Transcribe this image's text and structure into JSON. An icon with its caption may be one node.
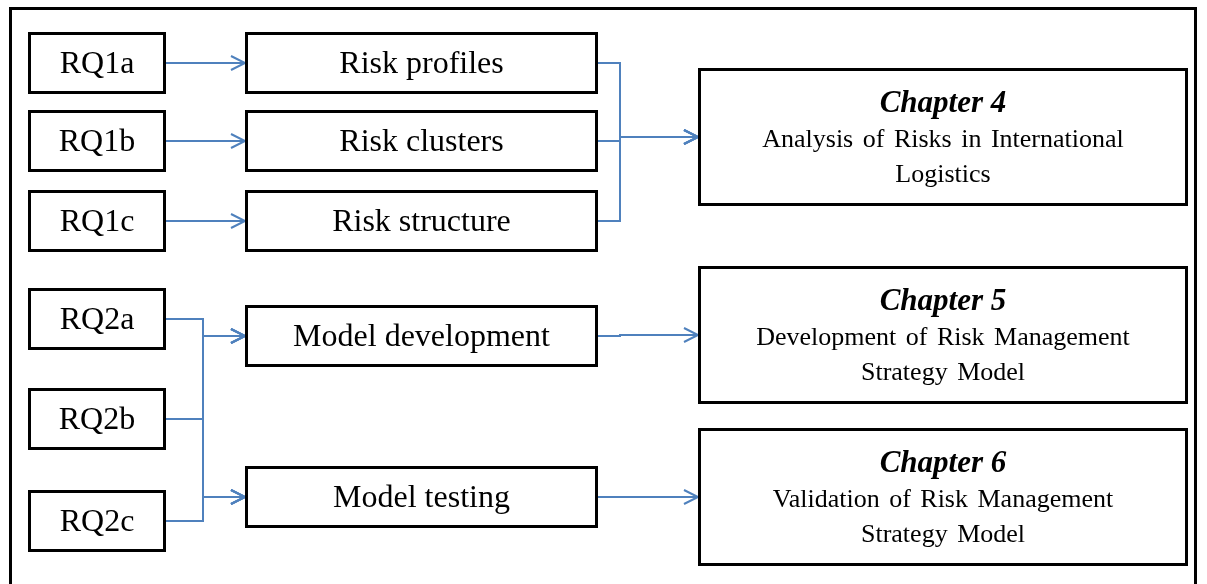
{
  "diagram": {
    "nodes": [
      {
        "text": [
          "RQ1a"
        ]
      },
      {
        "text": [
          "Risk profiles"
        ]
      },
      {
        "text": [
          "Chapter 4",
          "Analysis of Risks in International Logistics"
        ]
      },
      {
        "text": [
          "RQ1b"
        ]
      },
      {
        "text": [
          "Risk clusters"
        ]
      },
      {
        "text": [
          "RQ1c"
        ]
      },
      {
        "text": [
          "Risk structure"
        ]
      },
      {
        "text": [
          "RQ2a"
        ]
      },
      {
        "text": [
          "Model development"
        ]
      },
      {
        "text": [
          "Chapter 5",
          "Development of Risk Management Strategy Model"
        ]
      },
      {
        "text": [
          "RQ2b"
        ]
      },
      {
        "text": [
          "RQ2c"
        ]
      },
      {
        "text": [
          "Model testing"
        ]
      },
      {
        "text": [
          "Chapter 6",
          "Validation of Risk Management Strategy Model"
        ]
      }
    ],
    "edges": [
      {
        "from": 0,
        "to": 1,
        "arrow": "to"
      },
      {
        "from": 3,
        "to": 4,
        "arrow": "to"
      },
      {
        "from": 5,
        "to": 6,
        "arrow": "to"
      },
      {
        "from": 1,
        "to": 2,
        "arrow": "to"
      },
      {
        "from": 4,
        "to": 2,
        "arrow": "to"
      },
      {
        "from": 6,
        "to": 2,
        "arrow": "to"
      },
      {
        "from": 7,
        "to": 8,
        "arrow": "to"
      },
      {
        "from": 10,
        "to": 8,
        "arrow": "to"
      },
      {
        "from": 11,
        "to": 8,
        "arrow": "to"
      },
      {
        "from": 7,
        "to": 12,
        "arrow": "to"
      },
      {
        "from": 10,
        "to": 12,
        "arrow": "to"
      },
      {
        "from": 11,
        "to": 12,
        "arrow": "to"
      },
      {
        "from": 8,
        "to": 9,
        "arrow": "to"
      },
      {
        "from": 12,
        "to": 13,
        "arrow": "to"
      }
    ]
  }
}
